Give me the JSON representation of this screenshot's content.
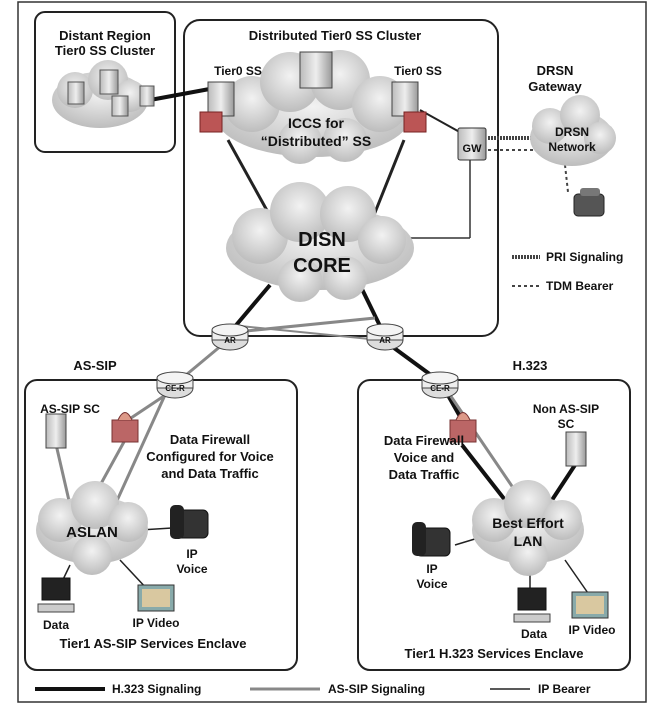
{
  "labels": {
    "distant_region_line1": "Distant Region",
    "distant_region_line2": "Tier0 SS Cluster",
    "distributed_cluster": "Distributed Tier0 SS Cluster",
    "tier0_left": "Tier0 SS",
    "tier0_right": "Tier0 SS",
    "iccs_line1": "ICCS for",
    "iccs_line2": "“Distributed” SS",
    "drsn_gateway_line1": "DRSN",
    "drsn_gateway_line2": "Gateway",
    "gw": "GW",
    "drsn_network_line1": "DRSN",
    "drsn_network_line2": "Network",
    "disn_line1": "DISN",
    "disn_line2": "CORE",
    "pri_signaling": "PRI Signaling",
    "tdm_bearer": "TDM Bearer",
    "ar_left": "AR",
    "ar_right": "AR",
    "as_sip": "AS-SIP",
    "h323": "H.323",
    "cer_left": "CE-R",
    "cer_right": "CE-R",
    "as_sip_sc": "AS-SIP SC",
    "fw_left_line1": "Data Firewall",
    "fw_left_line2": "Configured for Voice",
    "fw_left_line3": "and Data Traffic",
    "aslan": "ASLAN",
    "ip_voice_left_line1": "IP",
    "ip_voice_left_line2": "Voice",
    "data_left": "Data",
    "ip_video_left": "IP Video",
    "enclave_left": "Tier1 AS-SIP Services Enclave",
    "non_assip_line1": "Non AS-SIP",
    "non_assip_line2": "SC",
    "fw_right_line1": "Data Firewall",
    "fw_right_line2": "Voice and",
    "fw_right_line3": "Data Traffic",
    "best_effort_line1": "Best Effort",
    "best_effort_line2": "LAN",
    "ip_voice_right_line1": "IP",
    "ip_voice_right_line2": "Voice",
    "data_right": "Data",
    "ip_video_right": "IP Video",
    "enclave_right": "Tier1 H.323 Services Enclave"
  },
  "legend": {
    "h323_signaling": "H.323 Signaling",
    "assip_signaling": "AS-SIP Signaling",
    "ip_bearer": "IP Bearer"
  },
  "colors": {
    "cloud_fill": "#d9d9d9",
    "box_stroke": "#222222",
    "h323_line": "#111111",
    "assip_line": "#8a8a8a",
    "ip_bearer_line": "#222222"
  }
}
